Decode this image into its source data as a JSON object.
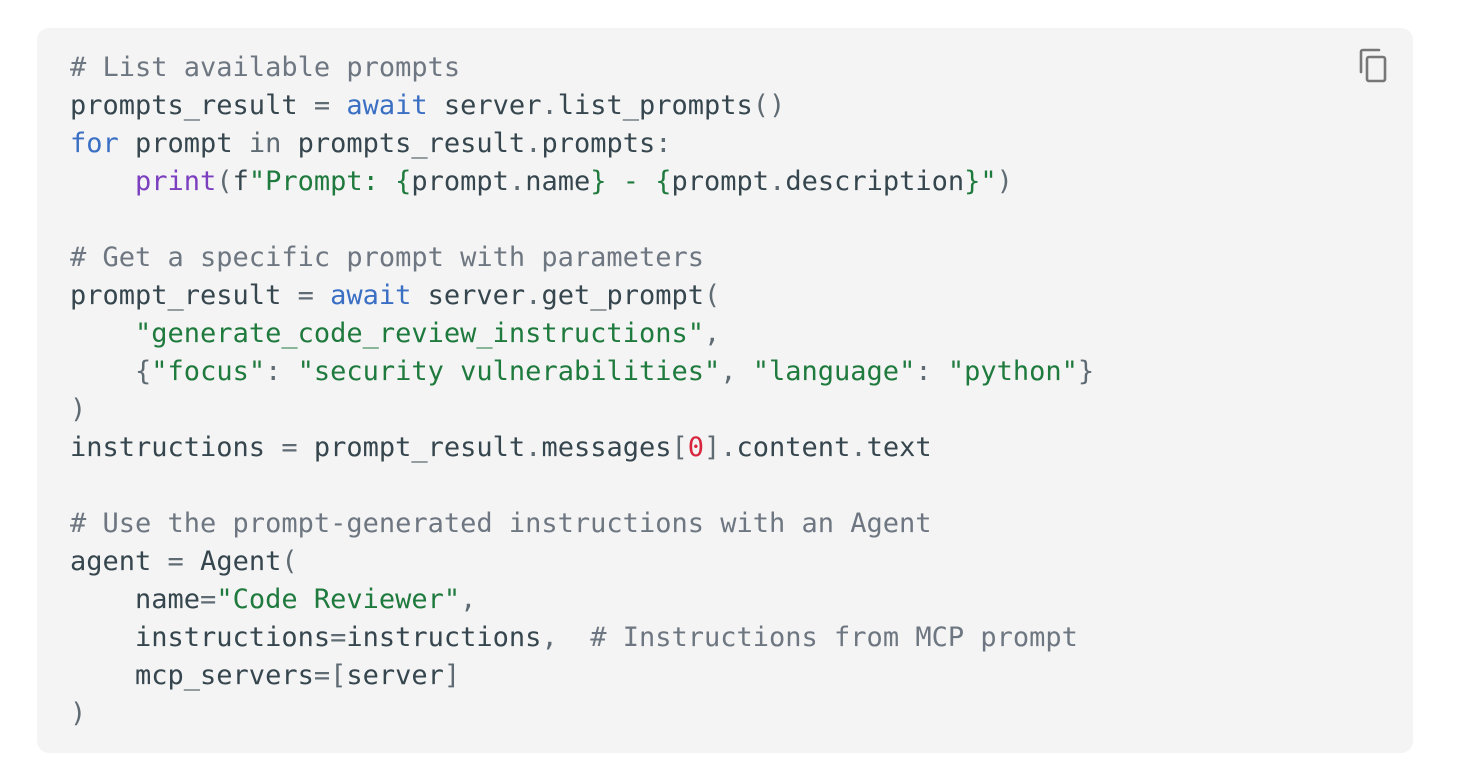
{
  "code_block": {
    "copy_icon": "copy-icon",
    "colors": {
      "background": "#f4f4f4",
      "comment": "#6e7781",
      "keyword": "#3a6fc4",
      "builtin": "#7b3fbf",
      "string": "#1f7a3e",
      "number": "#d7263d",
      "text": "#36464e"
    },
    "lines": [
      [
        {
          "t": "comment",
          "v": "# List available prompts"
        }
      ],
      [
        {
          "t": "text",
          "v": "prompts_result "
        },
        {
          "t": "punct",
          "v": "="
        },
        {
          "t": "text",
          "v": " "
        },
        {
          "t": "keyword",
          "v": "await"
        },
        {
          "t": "text",
          "v": " server"
        },
        {
          "t": "punct",
          "v": "."
        },
        {
          "t": "text",
          "v": "list_prompts"
        },
        {
          "t": "punct",
          "v": "()"
        }
      ],
      [
        {
          "t": "keyword",
          "v": "for"
        },
        {
          "t": "text",
          "v": " prompt "
        },
        {
          "t": "punct",
          "v": "in"
        },
        {
          "t": "text",
          "v": " prompts_result"
        },
        {
          "t": "punct",
          "v": "."
        },
        {
          "t": "text",
          "v": "prompts"
        },
        {
          "t": "punct",
          "v": ":"
        }
      ],
      [
        {
          "t": "text",
          "v": "    "
        },
        {
          "t": "builtin",
          "v": "print"
        },
        {
          "t": "punct",
          "v": "("
        },
        {
          "t": "text",
          "v": "f"
        },
        {
          "t": "string",
          "v": "\"Prompt: {"
        },
        {
          "t": "text",
          "v": "prompt"
        },
        {
          "t": "punct",
          "v": "."
        },
        {
          "t": "text",
          "v": "name"
        },
        {
          "t": "string",
          "v": "} - {"
        },
        {
          "t": "text",
          "v": "prompt"
        },
        {
          "t": "punct",
          "v": "."
        },
        {
          "t": "text",
          "v": "description"
        },
        {
          "t": "string",
          "v": "}\""
        },
        {
          "t": "punct",
          "v": ")"
        }
      ],
      [],
      [
        {
          "t": "comment",
          "v": "# Get a specific prompt with parameters"
        }
      ],
      [
        {
          "t": "text",
          "v": "prompt_result "
        },
        {
          "t": "punct",
          "v": "="
        },
        {
          "t": "text",
          "v": " "
        },
        {
          "t": "keyword",
          "v": "await"
        },
        {
          "t": "text",
          "v": " server"
        },
        {
          "t": "punct",
          "v": "."
        },
        {
          "t": "text",
          "v": "get_prompt"
        },
        {
          "t": "punct",
          "v": "("
        }
      ],
      [
        {
          "t": "text",
          "v": "    "
        },
        {
          "t": "string",
          "v": "\"generate_code_review_instructions\""
        },
        {
          "t": "punct",
          "v": ","
        }
      ],
      [
        {
          "t": "text",
          "v": "    "
        },
        {
          "t": "punct",
          "v": "{"
        },
        {
          "t": "string",
          "v": "\"focus\""
        },
        {
          "t": "punct",
          "v": ": "
        },
        {
          "t": "string",
          "v": "\"security vulnerabilities\""
        },
        {
          "t": "punct",
          "v": ", "
        },
        {
          "t": "string",
          "v": "\"language\""
        },
        {
          "t": "punct",
          "v": ": "
        },
        {
          "t": "string",
          "v": "\"python\""
        },
        {
          "t": "punct",
          "v": "}"
        }
      ],
      [
        {
          "t": "punct",
          "v": ")"
        }
      ],
      [
        {
          "t": "text",
          "v": "instructions "
        },
        {
          "t": "punct",
          "v": "="
        },
        {
          "t": "text",
          "v": " prompt_result"
        },
        {
          "t": "punct",
          "v": "."
        },
        {
          "t": "text",
          "v": "messages"
        },
        {
          "t": "punct",
          "v": "["
        },
        {
          "t": "number",
          "v": "0"
        },
        {
          "t": "punct",
          "v": "]."
        },
        {
          "t": "text",
          "v": "content"
        },
        {
          "t": "punct",
          "v": "."
        },
        {
          "t": "text",
          "v": "text"
        }
      ],
      [],
      [
        {
          "t": "comment",
          "v": "# Use the prompt-generated instructions with an Agent"
        }
      ],
      [
        {
          "t": "text",
          "v": "agent "
        },
        {
          "t": "punct",
          "v": "="
        },
        {
          "t": "text",
          "v": " Agent"
        },
        {
          "t": "punct",
          "v": "("
        }
      ],
      [
        {
          "t": "text",
          "v": "    name"
        },
        {
          "t": "punct",
          "v": "="
        },
        {
          "t": "string",
          "v": "\"Code Reviewer\""
        },
        {
          "t": "punct",
          "v": ","
        }
      ],
      [
        {
          "t": "text",
          "v": "    instructions"
        },
        {
          "t": "punct",
          "v": "="
        },
        {
          "t": "text",
          "v": "instructions"
        },
        {
          "t": "punct",
          "v": ","
        },
        {
          "t": "text",
          "v": "  "
        },
        {
          "t": "comment",
          "v": "# Instructions from MCP prompt"
        }
      ],
      [
        {
          "t": "text",
          "v": "    mcp_servers"
        },
        {
          "t": "punct",
          "v": "=["
        },
        {
          "t": "text",
          "v": "server"
        },
        {
          "t": "punct",
          "v": "]"
        }
      ],
      [
        {
          "t": "punct",
          "v": ")"
        }
      ]
    ]
  }
}
